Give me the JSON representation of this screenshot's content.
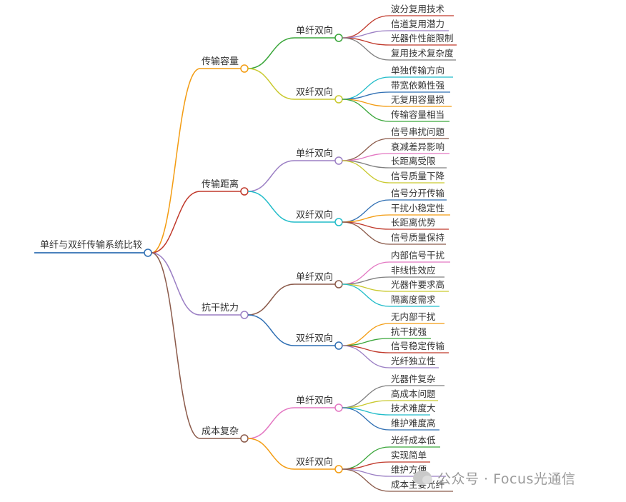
{
  "root": "单纤与双纤传输系统比较",
  "branches": [
    {
      "label": "传输容量",
      "children": [
        {
          "label": "单纤双向",
          "leaves": [
            "波分复用技术",
            "信道复用潜力",
            "光器件性能限制",
            "复用技术复杂度"
          ]
        },
        {
          "label": "双纤双向",
          "leaves": [
            "单独传输方向",
            "带宽依赖性强",
            "无复用容量损",
            "传输容量相当"
          ]
        }
      ]
    },
    {
      "label": "传输距离",
      "children": [
        {
          "label": "单纤双向",
          "leaves": [
            "信号串扰问题",
            "衰减差异影响",
            "长距离受限",
            "信号质量下降"
          ]
        },
        {
          "label": "双纤双向",
          "leaves": [
            "信号分开传输",
            "干扰小稳定性",
            "长距离优势",
            "信号质量保持"
          ]
        }
      ]
    },
    {
      "label": "抗干扰力",
      "children": [
        {
          "label": "单纤双向",
          "leaves": [
            "内部信号干扰",
            "非线性效应",
            "光器件要求高",
            "隔离度需求"
          ]
        },
        {
          "label": "双纤双向",
          "leaves": [
            "无内部干扰",
            "抗干扰强",
            "信号稳定传输",
            "光纤独立性"
          ]
        }
      ]
    },
    {
      "label": "成本复杂",
      "children": [
        {
          "label": "单纤双向",
          "leaves": [
            "光器件复杂",
            "高成本问题",
            "技术难度大",
            "维护难度高"
          ]
        },
        {
          "label": "双纤双向",
          "leaves": [
            "光纤成本低",
            "实现简单",
            "维护方便",
            "成本主要光纤"
          ]
        }
      ]
    }
  ],
  "watermark": "公众号 · Focus光通信",
  "colors": {
    "root": "#2f6fb3",
    "l1": [
      "#f39c12",
      "#c0392b",
      "#9b7fc4",
      "#8b5a4a"
    ],
    "l2": [
      "#3aa63a",
      "#c9c92e",
      "#9b7fc4",
      "#21bcc9",
      "#8b5a4a",
      "#2f6fb3",
      "#e377c2",
      "#f39c12"
    ],
    "leaf": [
      "#c0392b",
      "#9b7fc4",
      "#c0392b",
      "#7f7f7f",
      "#21bcc9",
      "#2f6fb3",
      "#f39c12",
      "#3aa63a",
      "#8b5a4a",
      "#e377c2",
      "#7f7f7f",
      "#c9c92e",
      "#2f6fb3",
      "#f39c12",
      "#c0392b",
      "#8b5a4a",
      "#e377c2",
      "#7f7f7f",
      "#c9c92e",
      "#21bcc9",
      "#f39c12",
      "#3aa63a",
      "#c0392b",
      "#9b7fc4",
      "#7f7f7f",
      "#c9c92e",
      "#21bcc9",
      "#2f6fb3",
      "#3aa63a",
      "#c0392b",
      "#9b7fc4",
      "#8b5a4a"
    ]
  }
}
